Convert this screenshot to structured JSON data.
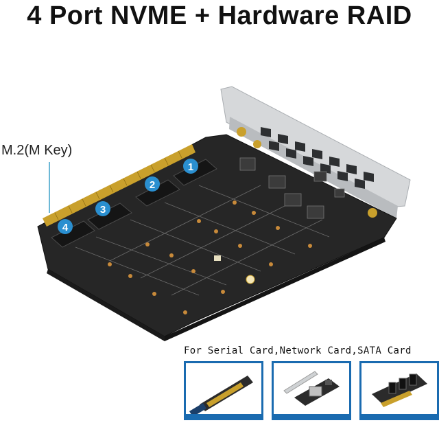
{
  "title": "4 Port NVME + Hardware RAID",
  "mkey_label": "M.2(M Key)",
  "slot_numbers": [
    "1",
    "2",
    "3",
    "4"
  ],
  "caption": "For Serial Card,Network Card,SATA Card",
  "colors": {
    "accent": "#1a6bb0",
    "pcb": "#2a2a2a",
    "bracket": "#cfd2d4",
    "gold": "#c9a02c"
  },
  "thumbnails": [
    {
      "name": "serial-card"
    },
    {
      "name": "network-card"
    },
    {
      "name": "sata-card"
    }
  ]
}
